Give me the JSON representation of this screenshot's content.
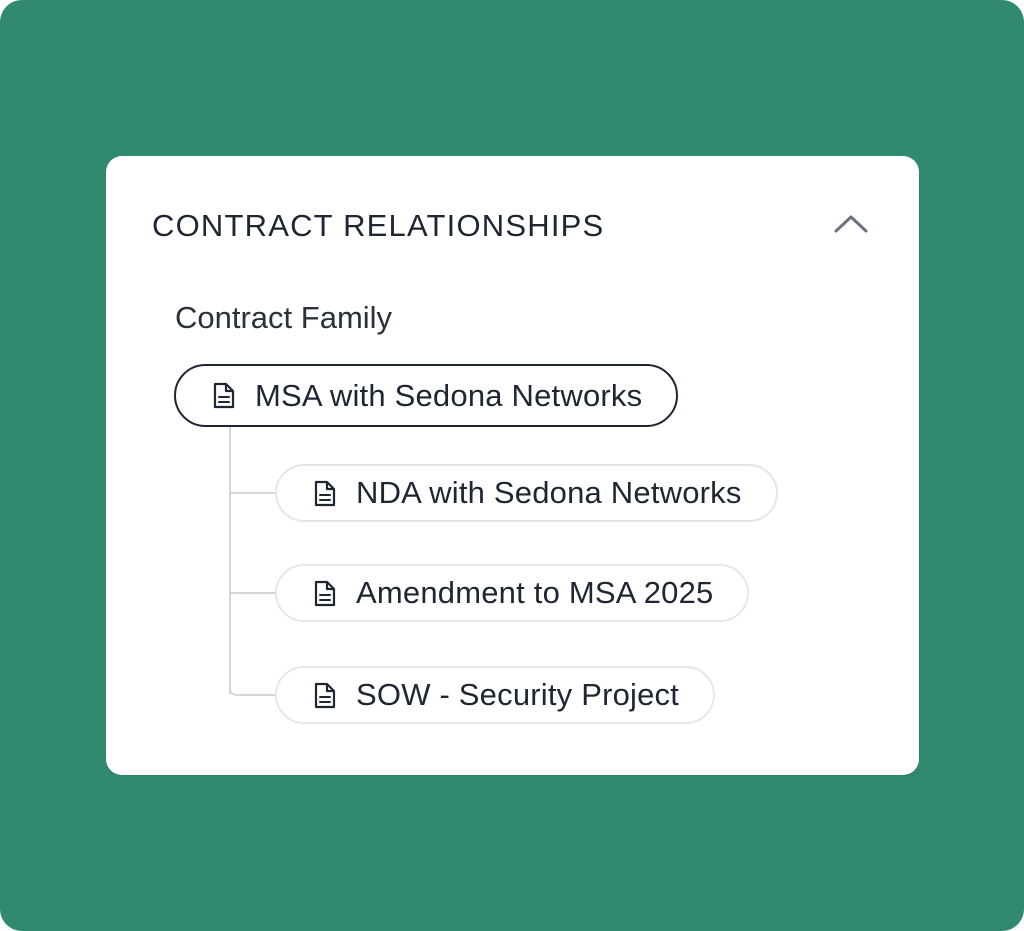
{
  "panel": {
    "title": "CONTRACT RELATIONSHIPS",
    "toggle_icon": "chevron-up-icon"
  },
  "family": {
    "label": "Contract Family",
    "parent": {
      "label": "MSA with Sedona Networks",
      "icon": "document-icon"
    },
    "children": [
      {
        "label": "NDA with Sedona Networks",
        "icon": "document-icon"
      },
      {
        "label": "Amendment to MSA 2025",
        "icon": "document-icon"
      },
      {
        "label": "SOW - Security Project",
        "icon": "document-icon"
      }
    ]
  },
  "colors": {
    "background": "#318a70",
    "card": "#ffffff",
    "text": "#1f2633",
    "parent_border": "#1f2633",
    "child_border": "#e4e6ea",
    "connector": "#d3d6db",
    "chevron": "#6b7280"
  }
}
